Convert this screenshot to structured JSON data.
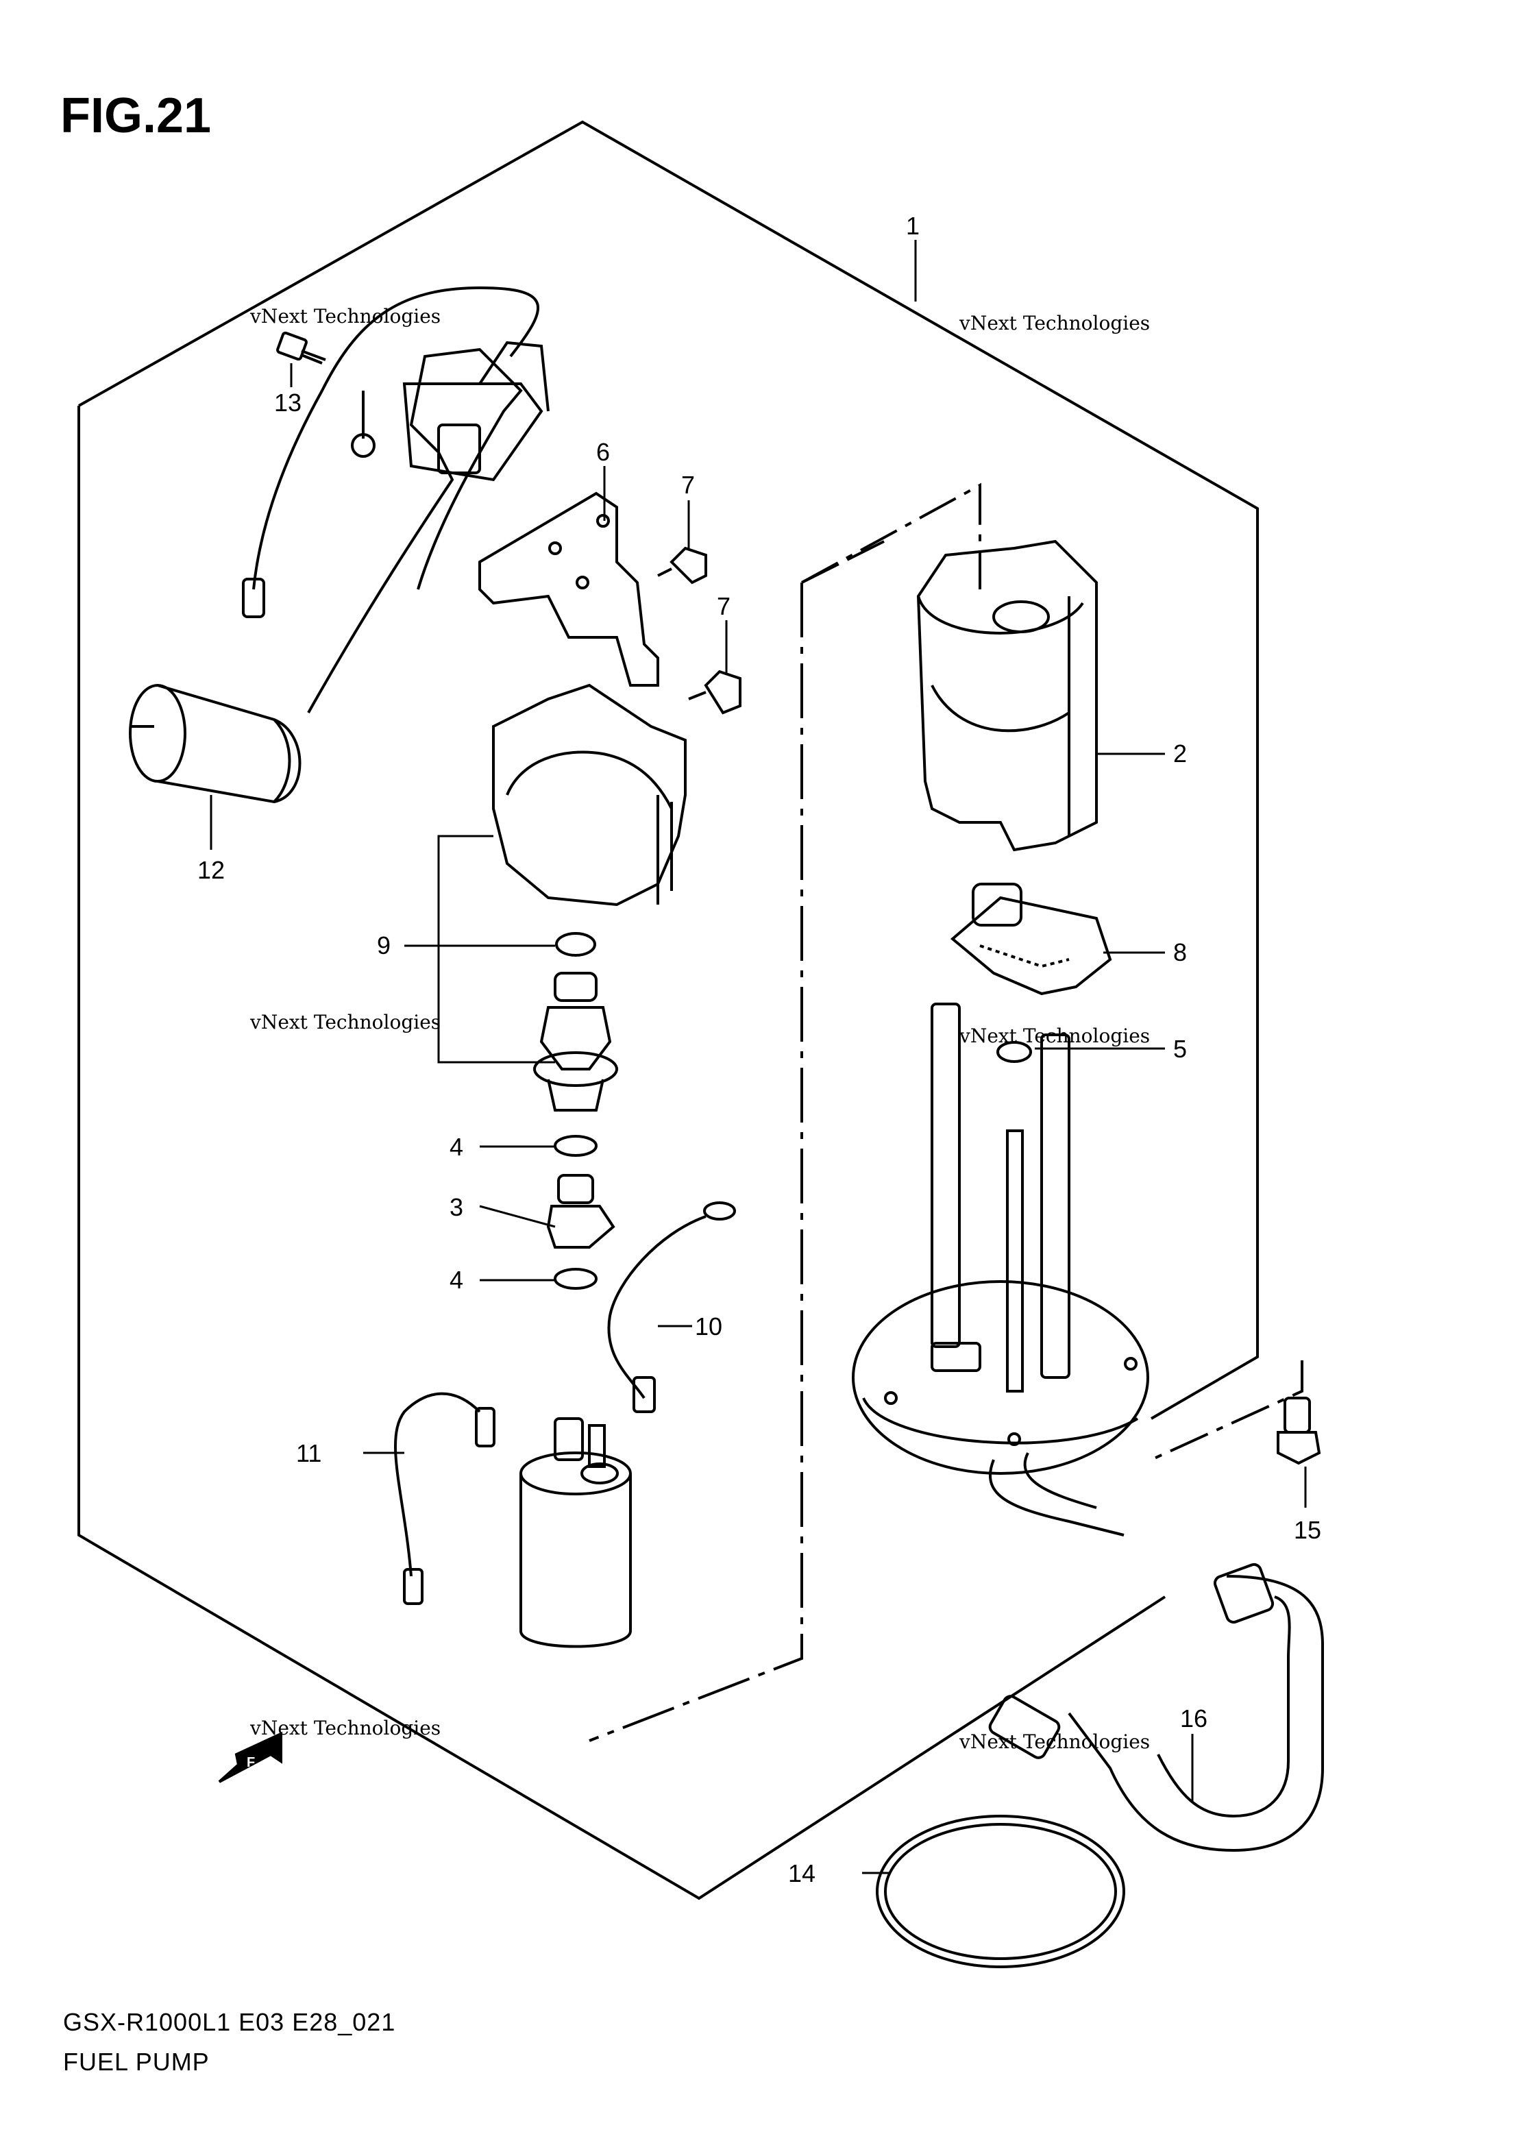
{
  "figure": {
    "title": "FIG.21",
    "model_code": "GSX-R1000L1 E03 E28_021",
    "section_name": "FUEL PUMP"
  },
  "watermark": {
    "line1": "vNext Technologies",
    "line2": "Technologies"
  },
  "callouts": [
    "1",
    "2",
    "3",
    "4",
    "4",
    "5",
    "6",
    "7",
    "7",
    "8",
    "9",
    "10",
    "11",
    "12",
    "13",
    "14",
    "15",
    "16"
  ],
  "icons": {
    "direction": "fwd-arrow-icon"
  }
}
